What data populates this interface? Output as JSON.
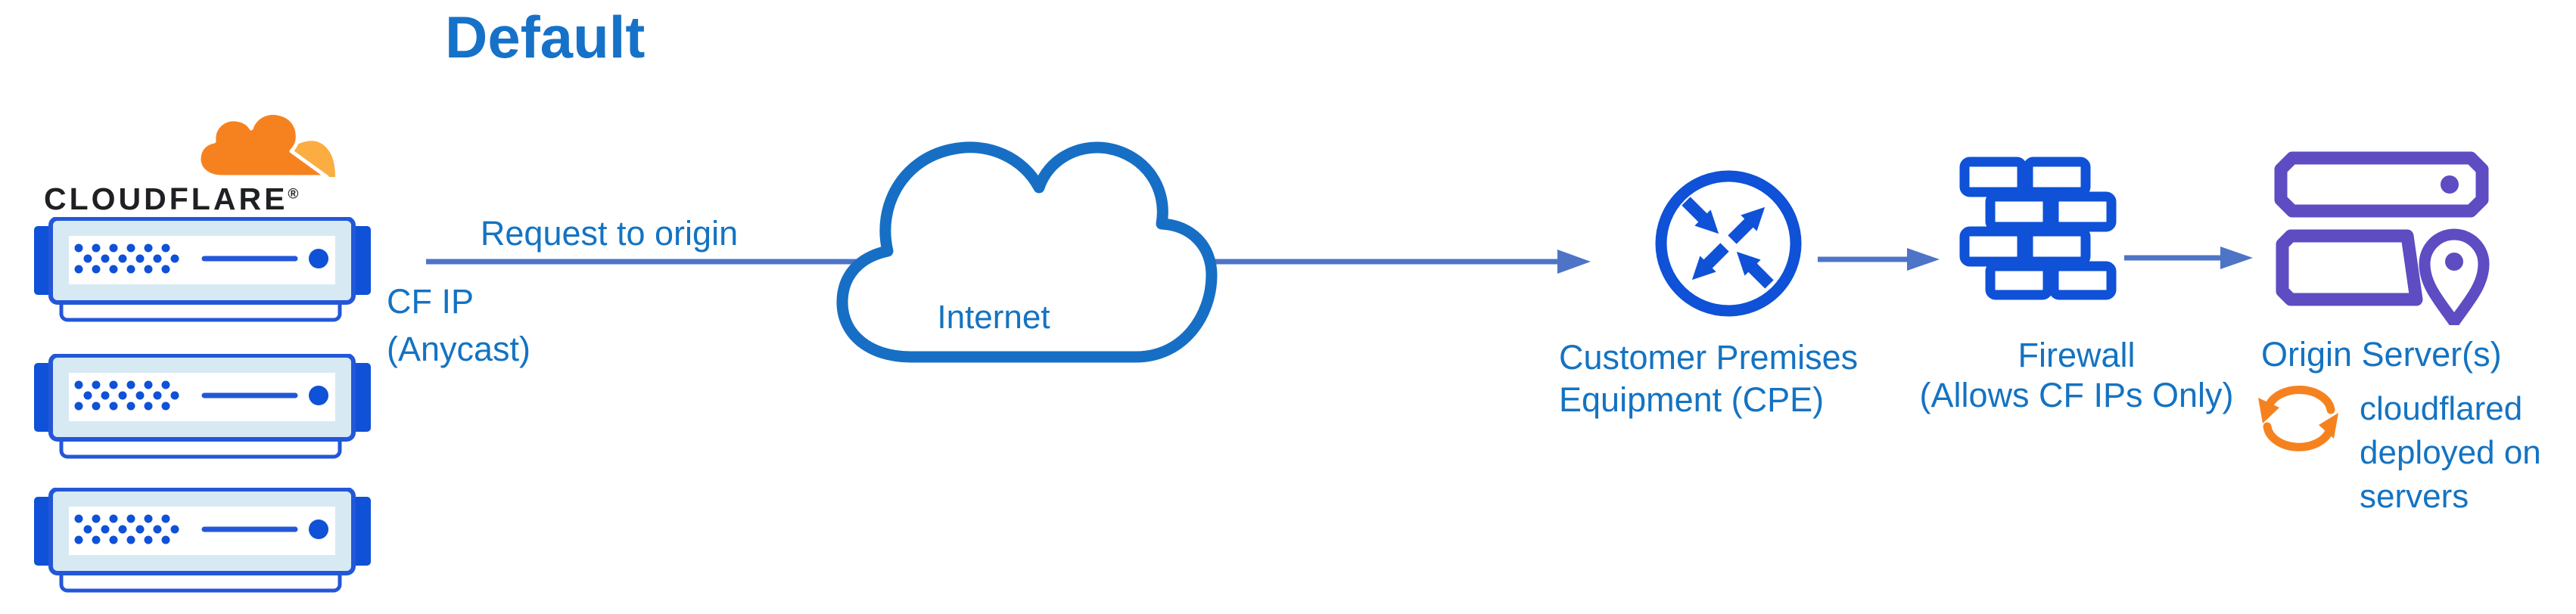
{
  "title": "Default",
  "colors": {
    "text_blue": "#1473c2",
    "icon_blue": "#0f51d7",
    "arrow_blue": "#4e74c7",
    "cloud_stroke": "#166fc4",
    "purple": "#5d4cc2",
    "orange": "#f6821f",
    "orange_light": "#fbad41",
    "server_fill_light": "#d7eaf3",
    "wordmark_black": "#1f2023"
  },
  "cloudflare": {
    "wordmark": "CLOUDFLARE",
    "registered": "®"
  },
  "request_edge": {
    "label": "Request to origin",
    "sublabel_lines": [
      "CF IP",
      "(Anycast)"
    ]
  },
  "internet": {
    "label": "Internet"
  },
  "cpe": {
    "label_lines": [
      "Customer Premises",
      "Equipment (CPE)"
    ]
  },
  "firewall": {
    "label_lines": [
      "Firewall",
      "(Allows CF IPs Only)"
    ]
  },
  "origin": {
    "label": "Origin Server(s)",
    "note_lines": [
      "cloudflared",
      "deployed on",
      "servers"
    ]
  }
}
